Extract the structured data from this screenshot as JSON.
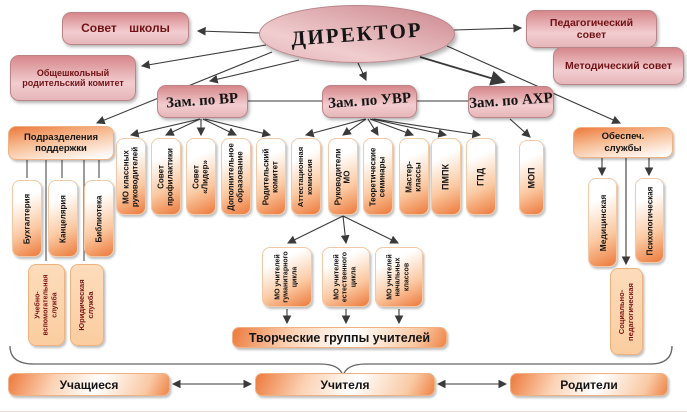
{
  "director": {
    "label": "ДИРЕКТОР"
  },
  "councils": {
    "school_council": "Совет школы",
    "parent_committee": "Общешкольный родительский комитет",
    "pedagogical_council": "Педагогический совет",
    "methodical_council": "Методический совет"
  },
  "deputies": {
    "vr": "Зам. по ВР",
    "uvr": "Зам. по УВР",
    "ahr": "Зам. по АХР"
  },
  "support_divisions": {
    "header": "Подразделения поддержки",
    "items": [
      "Бухгалтерия",
      "Канцелярия",
      "Библиотека"
    ],
    "sub_items": [
      "Учебно-вспомогательная служба",
      "Юридическая служба"
    ]
  },
  "vr_units": [
    "МО классных руководителей",
    "Совет профилактики",
    "Совет «Лидер»",
    "Дополнительное образование",
    "Родительский комитет"
  ],
  "uvr_units": [
    "Аттестационная комиссия",
    "Руководители МО",
    "Теоретические семинары",
    "Мастер-классы",
    "ПМПК",
    "ГПД"
  ],
  "ahr_units": [
    "МОП"
  ],
  "support_services": {
    "header": "Обеспеч. службы",
    "items": [
      "Медицинская",
      "Психологическая"
    ],
    "sub_items": [
      "Социально-педагогическая"
    ]
  },
  "mo_teacher_groups": [
    "МО учителей гуманитарного цикла",
    "МО учителей естественного цикла",
    "МО учителей начальных классов"
  ],
  "creative_groups": "Творческие группы учителей",
  "participants": [
    "Учащиеся",
    "Учителя",
    "Родители"
  ],
  "colors": {
    "pink_node": "#d6878b",
    "orange_node": "#ec7a3c",
    "peach_node": "#fcd4ad",
    "dark_red_text": "#7b1315",
    "connector_line": "#3a3a3a"
  }
}
